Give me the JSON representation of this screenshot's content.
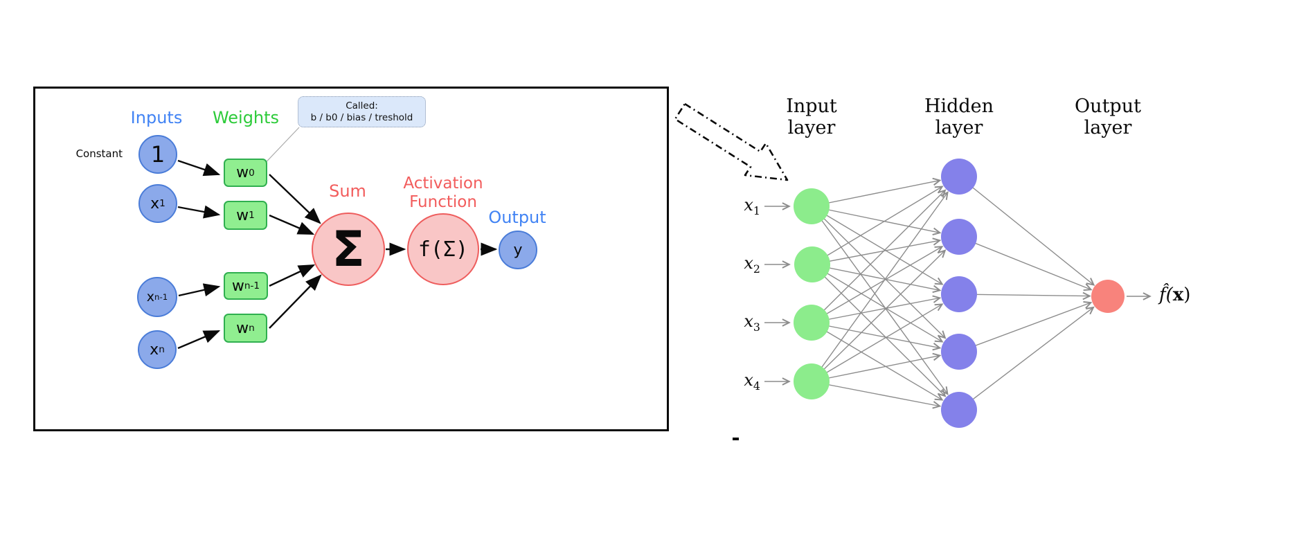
{
  "perceptron": {
    "inputs_title": "Inputs",
    "weights_title": "Weights",
    "constant_label": "Constant",
    "tooltip": {
      "line1": "Called:",
      "line2": "b / b0 / bias / treshold"
    },
    "input_nodes": [
      {
        "base": "1",
        "sub": ""
      },
      {
        "base": "x",
        "sub": "1"
      },
      {
        "base": "x",
        "sub": "n-1"
      },
      {
        "base": "x",
        "sub": "n"
      }
    ],
    "weight_nodes": [
      {
        "base": "w",
        "sub": "0"
      },
      {
        "base": "w",
        "sub": "1"
      },
      {
        "base": "w",
        "sub": "n-1"
      },
      {
        "base": "w",
        "sub": "n"
      }
    ],
    "sum_label": "Sum",
    "sum_symbol": "Σ",
    "activation_label_line1": "Activation",
    "activation_label_line2": "Function",
    "activation_symbol": "f(Σ)",
    "output_label": "Output",
    "output_symbol": "y",
    "colors": {
      "input_fill": "#8BA9EA",
      "input_stroke": "#4A7CD8",
      "weight_fill": "#90EE90",
      "weight_stroke": "#2FAF4F",
      "neuron_fill": "#F9C6C6",
      "neuron_stroke": "#EE5D5D",
      "label_blue": "#4183F4",
      "label_green": "#2DCB3A",
      "label_red": "#F25C5C"
    }
  },
  "network": {
    "layer_titles": [
      {
        "line1": "Input",
        "line2": "layer"
      },
      {
        "line1": "Hidden",
        "line2": "layer"
      },
      {
        "line1": "Output",
        "line2": "layer"
      }
    ],
    "input_labels": [
      {
        "base": "x",
        "sub": "1"
      },
      {
        "base": "x",
        "sub": "2"
      },
      {
        "base": "x",
        "sub": "3"
      },
      {
        "base": "x",
        "sub": "4"
      }
    ],
    "output_formula": {
      "fhat": "f̂(",
      "x": "x",
      "close": ")"
    },
    "counts": {
      "input": 4,
      "hidden": 5,
      "output": 1
    },
    "colors": {
      "input": "#8CEC8C",
      "hidden": "#8481EA",
      "output": "#F8837C",
      "edge": "#8C8C8C"
    }
  }
}
